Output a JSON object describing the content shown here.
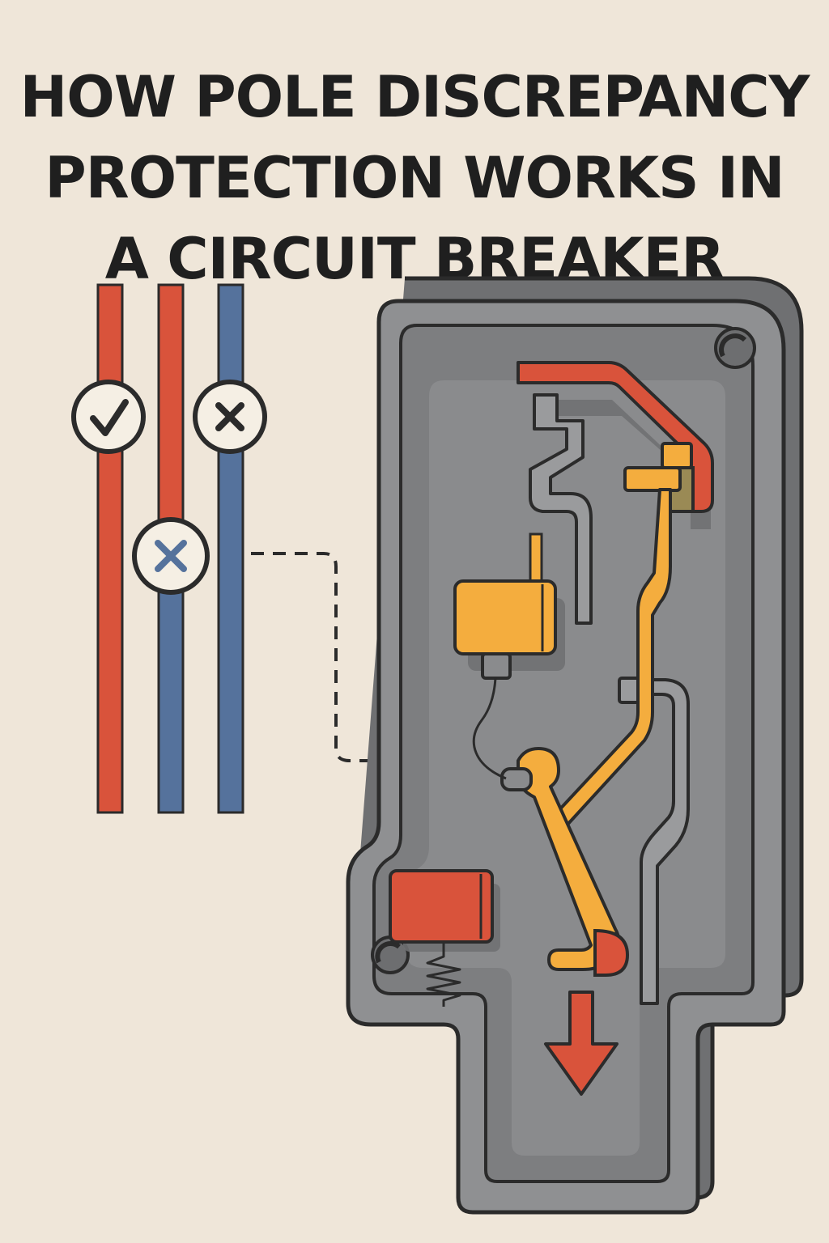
{
  "title": {
    "lines": [
      "HOW POLE DISCREPANCY",
      "PROTECTION WORKS IN",
      "A CIRCUIT BREAKER"
    ]
  },
  "colors": {
    "background": "#efe6d9",
    "outline": "#2b2b2b",
    "phase_red": "#d9533b",
    "phase_blue": "#55729c",
    "mechanism_yellow": "#f4ad3e",
    "trip_red": "#d9533b",
    "housing_outer": "#8f9092",
    "housing_inner": "#7d7e80",
    "housing_panel": "#8a8b8d"
  },
  "poles": [
    {
      "name": "pole-1",
      "color": "phase_red",
      "status": "closed",
      "indicator": "check-icon"
    },
    {
      "name": "pole-2",
      "color": "phase_red-to-blue",
      "status": "open",
      "indicator": "cross-icon"
    },
    {
      "name": "pole-3",
      "color": "phase_blue",
      "status": "open",
      "indicator": "cross-icon"
    }
  ],
  "icons": [
    "check-icon",
    "cross-icon",
    "arrow-down-icon",
    "spring-icon",
    "screw-icon"
  ]
}
